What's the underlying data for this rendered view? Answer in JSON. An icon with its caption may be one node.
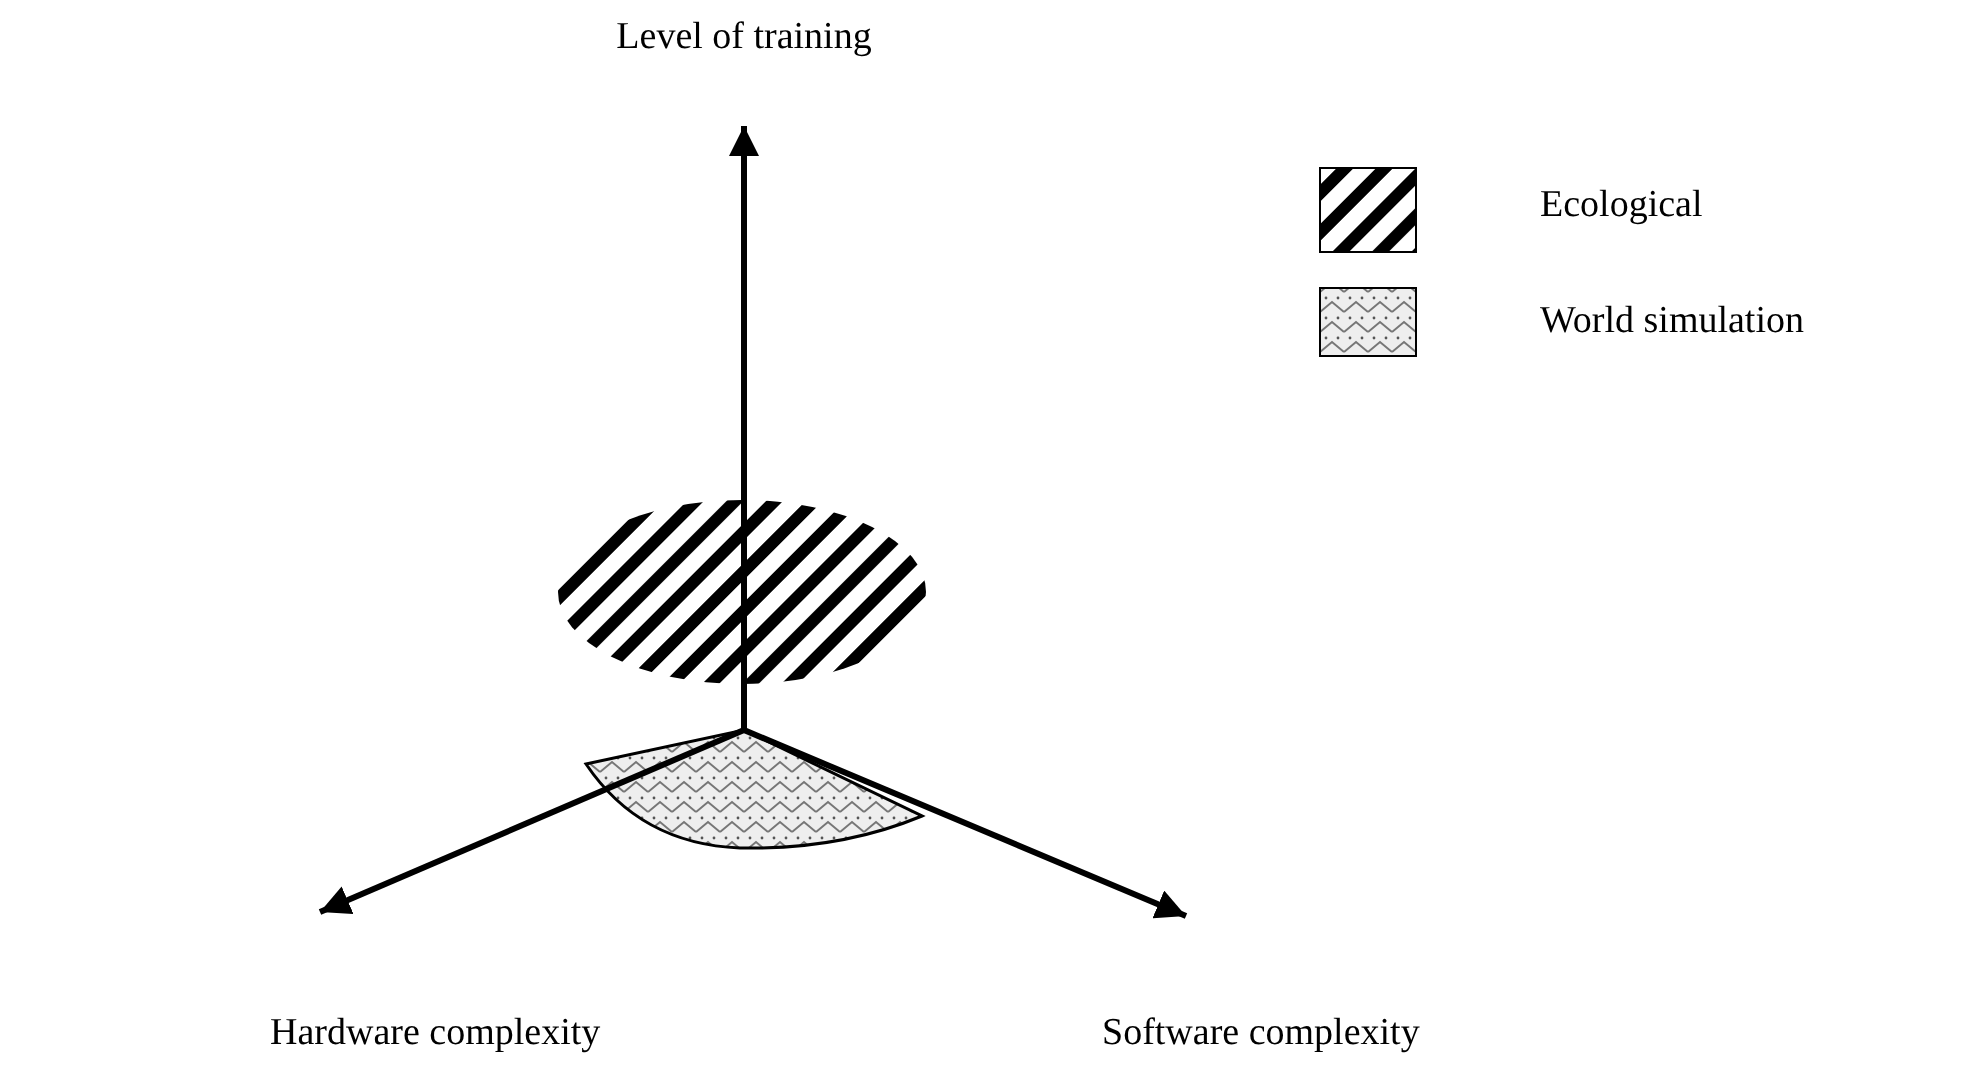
{
  "diagram": {
    "labels": [
      "Level of training",
      "Hardware complexity",
      "Software complexity"
    ],
    "legend": [
      {
        "text": "Ecological"
      },
      {
        "text": "World simulation"
      }
    ]
  }
}
